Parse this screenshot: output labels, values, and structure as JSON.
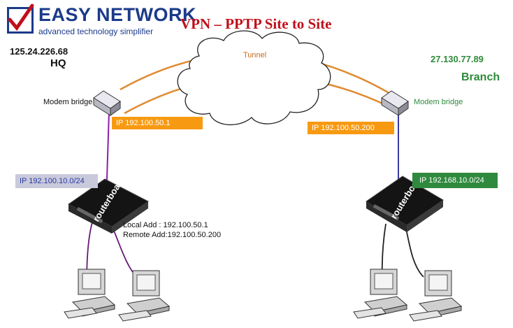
{
  "logo": {
    "title": "EASY NETWORK",
    "tagline": "advanced technology simplifier",
    "check_icon": "checkmark-icon"
  },
  "title": "VPN – PPTP  Site to Site",
  "tunnel_label": "Tunnel",
  "hq": {
    "public_ip": "125.24.226.68",
    "label": "HQ",
    "modem_label": "Modem bridge",
    "wan_ip": "IP 192.100.50.1",
    "lan": "IP 192.100.10.0/24"
  },
  "branch": {
    "public_ip": "27.130.77.89",
    "label": "Branch",
    "modem_label": "Modem bridge",
    "wan_ip": "IP 192.100.50.200",
    "lan": "IP 192.168.10.0/24"
  },
  "vpn": {
    "local": "Local Add : 192.100.50.1",
    "remote": "Remote Add:192.100.50.200"
  },
  "router_brand": "routerboard",
  "colors": {
    "title": "#c0101a",
    "tunnel": "#e08a30",
    "orange_box": "#f79a12",
    "branch_green": "#2e8b3a",
    "hq_link": "#8b1fa8",
    "branch_link": "#3a3aa8"
  }
}
